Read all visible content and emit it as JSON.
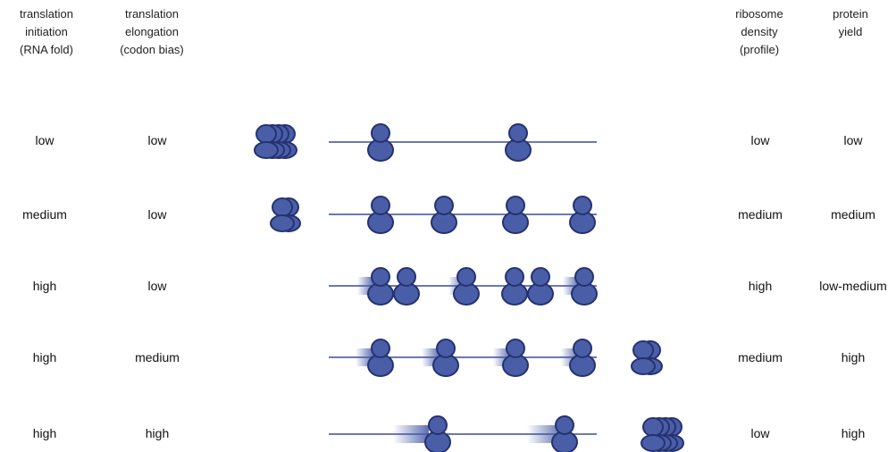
{
  "headers": {
    "initiation": [
      "translation",
      "initiation",
      "(RNA fold)"
    ],
    "elongation": [
      "translation",
      "elongation",
      "(codon bias)"
    ],
    "density": [
      "ribosome",
      "density",
      "(profile)"
    ],
    "yield": [
      "protein",
      "yield"
    ]
  },
  "rows": [
    {
      "initiation": "low",
      "elongation": "low",
      "density": "low",
      "yield": "low"
    },
    {
      "initiation": "medium",
      "elongation": "low",
      "density": "medium",
      "yield": "medium"
    },
    {
      "initiation": "high",
      "elongation": "low",
      "density": "high",
      "yield": "low-medium"
    },
    {
      "initiation": "high",
      "elongation": "medium",
      "density": "medium",
      "yield": "high"
    },
    {
      "initiation": "high",
      "elongation": "high",
      "density": "low",
      "yield": "high"
    }
  ],
  "colors": {
    "ribosome_fill": "#4a5ea8",
    "ribosome_stroke": "#243270",
    "mrna_line": "#3b4b9a"
  }
}
